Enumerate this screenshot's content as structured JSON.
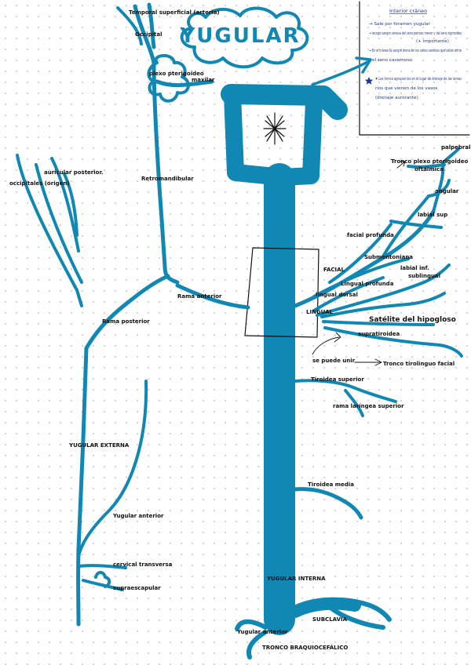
{
  "title": "YUGULAR",
  "colors": {
    "vein": "#1188b4",
    "ink": "#111111",
    "note": "#1a3a9a"
  },
  "notes": {
    "heading": "Interior cráneo",
    "lines": [
      "→ Sale por foramen yugular",
      "→ recoge sangre venosa del seno petroso menor y del seno sigmoideo",
      "(+ importante)",
      "→ En el cráneo la sangre drena en los senos venosos que están entre",
      "el seno cavernoso",
      "★ Los tronco agrupan los en el lugar de drenaje de las ramas",
      "ríos que vienen de los vasos",
      "(drenaje aurorante)"
    ]
  },
  "labels": {
    "temporal_superficial": "Temporal superficial (arteria)",
    "occipital_branch": "Occipital",
    "plexo_pterigoideo": "plexo pterigoideo",
    "maxilar": "maxilar",
    "retromandibular": "Retromandibular",
    "occipital": "occipitales (origen)",
    "auricular_posterior": "auricular posterior.",
    "rama_anterior": "Rama anterior",
    "rama_posterior": "Rama posterior",
    "yugular_externa": "YUGULAR EXTERNA",
    "yugular_anterior": "Yugular anterior",
    "cervical_transversa": "cervical transversa",
    "supraescapular": "supraescapular",
    "tronco_pterigoideo": "Tronco plexo pterigoideo",
    "palpebral": "palpebral",
    "oftalmica": "oftálmica",
    "angular": "angular",
    "labial_sup": "labial sup",
    "labial_inf": "labial inf.",
    "facial_profunda": "facial profunda",
    "submentoniana": "Submentoniana",
    "facial": "FACIAL",
    "lingual_profunda": "Lingual profunda",
    "lingual_dorsal": "lingual dorsal",
    "sublingual": "sublingual",
    "lingual": "LINGUAL",
    "satelite_hipogloso": "Satélite del hipogloso",
    "supratiroidea": "supratiroidea",
    "se_puede_unir": "se puede unir",
    "tronco_tirolinguofacial": "Tronco tirolinguo facial",
    "tiroidea_superior": "Tiroidea superior",
    "rama_laringea": "rama laríngea superior",
    "tiroidea_media": "Tiroidea media",
    "yugular_interna": "YUGULAR INTERNA",
    "subclavia": "SUBCLAVIA",
    "yugular_ant_left": "Yugular anterior",
    "tronco_braquiocefalico": "TRONCO BRAQUIOCEFÁLICO"
  }
}
